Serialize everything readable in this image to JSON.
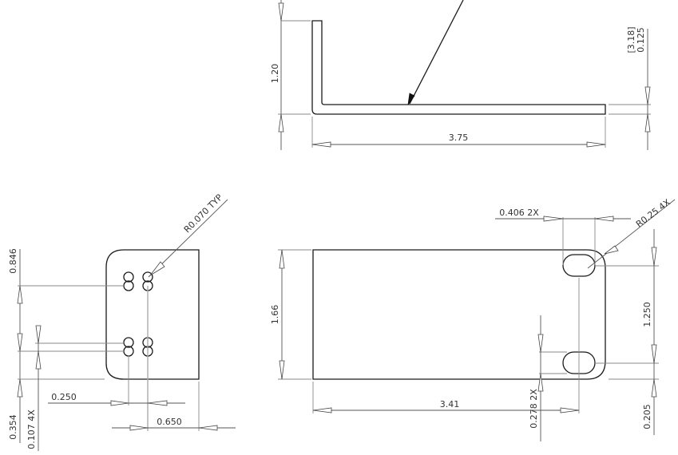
{
  "drawing": {
    "side_view": {
      "height_dim": "1.20",
      "length_dim": "3.75",
      "thickness_dim": "0.125",
      "thickness_dim_mm": "[3.18]"
    },
    "end_view": {
      "radius_callout": "R0.070 TYP",
      "hole_height_dim": "0.846",
      "bottom_hole_dim": "0.354",
      "slot_dim": "0.107 4X",
      "hole_offset_dim": "0.250",
      "width_dim": "0.650"
    },
    "top_view": {
      "slot_width_dim": "0.406 2X",
      "corner_radius_callout": "R0.25 4X",
      "height_dim": "1.66",
      "slot_spacing_dim": "1.250",
      "slot_edge_dim": "0.205",
      "slot_x_dim": "3.41",
      "slot_height_dim": "0.278 2X"
    }
  },
  "colors": {
    "part_line": "#1a1a1a",
    "dimension_line": "#555555",
    "background": "#ffffff"
  }
}
